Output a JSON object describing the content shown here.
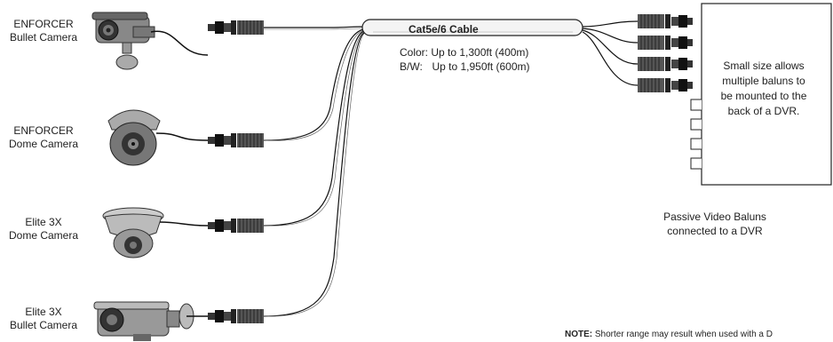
{
  "cameras": [
    {
      "line1": "ENFORCER",
      "line2": "Bullet Camera"
    },
    {
      "line1": "ENFORCER",
      "line2": "Dome Camera"
    },
    {
      "line1": "Elite 3X",
      "line2": "Dome Camera"
    },
    {
      "line1": "Elite 3X",
      "line2": "Bullet Camera"
    }
  ],
  "cable": {
    "title": "Cat5e/6 Cable",
    "color_label": "Color:",
    "color_range": "Up to 1,300ft (400m)",
    "bw_label": "B/W:",
    "bw_range": "Up to 1,950ft (600m)"
  },
  "dvr": {
    "lines": [
      "Small size allows",
      "multiple baluns to",
      "be mounted to the",
      "back of a DVR."
    ]
  },
  "balun_caption": {
    "line1": "Passive Video Baluns",
    "line2": "connected to a DVR"
  },
  "note": {
    "label": "NOTE:",
    "text": "Shorter range may result when used with a D"
  }
}
